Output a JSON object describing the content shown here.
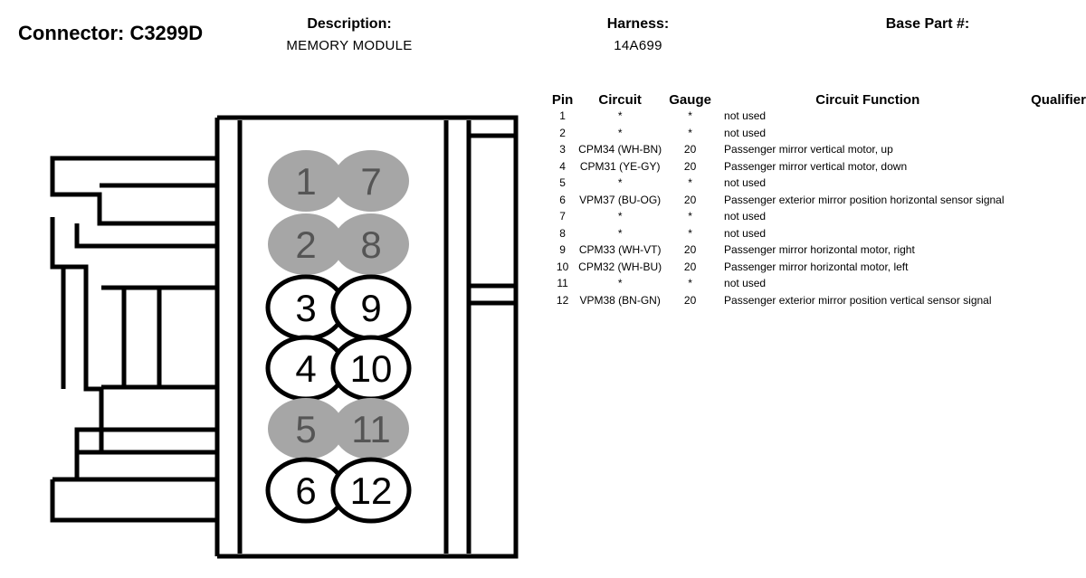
{
  "header": {
    "connector_title": "Connector: C3299D",
    "description_label": "Description:",
    "description_value": "MEMORY MODULE",
    "harness_label": "Harness:",
    "harness_value": "14A699",
    "base_part_label": "Base Part #:"
  },
  "connector": {
    "filled_color": "#a6a6a6",
    "outline_color": "#000000",
    "pins": [
      {
        "label": "1",
        "filled": true
      },
      {
        "label": "7",
        "filled": true
      },
      {
        "label": "2",
        "filled": true
      },
      {
        "label": "8",
        "filled": true
      },
      {
        "label": "3",
        "filled": false
      },
      {
        "label": "9",
        "filled": false
      },
      {
        "label": "4",
        "filled": false
      },
      {
        "label": "10",
        "filled": false
      },
      {
        "label": "5",
        "filled": true
      },
      {
        "label": "11",
        "filled": true
      },
      {
        "label": "6",
        "filled": false
      },
      {
        "label": "12",
        "filled": false
      }
    ]
  },
  "table": {
    "headers": {
      "pin": "Pin",
      "circuit": "Circuit",
      "gauge": "Gauge",
      "function": "Circuit Function",
      "qualifier": "Qualifier"
    },
    "rows": [
      {
        "pin": "1",
        "circuit": "*",
        "gauge": "*",
        "function": "not used",
        "qualifier": ""
      },
      {
        "pin": "2",
        "circuit": "*",
        "gauge": "*",
        "function": "not used",
        "qualifier": ""
      },
      {
        "pin": "3",
        "circuit": "CPM34 (WH-BN)",
        "gauge": "20",
        "function": "Passenger mirror vertical motor, up",
        "qualifier": ""
      },
      {
        "pin": "4",
        "circuit": "CPM31 (YE-GY)",
        "gauge": "20",
        "function": "Passenger mirror vertical motor, down",
        "qualifier": ""
      },
      {
        "pin": "5",
        "circuit": "*",
        "gauge": "*",
        "function": "not used",
        "qualifier": ""
      },
      {
        "pin": "6",
        "circuit": "VPM37 (BU-OG)",
        "gauge": "20",
        "function": "Passenger exterior mirror position horizontal sensor signal",
        "qualifier": ""
      },
      {
        "pin": "7",
        "circuit": "*",
        "gauge": "*",
        "function": "not used",
        "qualifier": ""
      },
      {
        "pin": "8",
        "circuit": "*",
        "gauge": "*",
        "function": "not used",
        "qualifier": ""
      },
      {
        "pin": "9",
        "circuit": "CPM33 (WH-VT)",
        "gauge": "20",
        "function": "Passenger mirror horizontal motor, right",
        "qualifier": ""
      },
      {
        "pin": "10",
        "circuit": "CPM32 (WH-BU)",
        "gauge": "20",
        "function": "Passenger mirror horizontal motor, left",
        "qualifier": ""
      },
      {
        "pin": "11",
        "circuit": "*",
        "gauge": "*",
        "function": "not used",
        "qualifier": ""
      },
      {
        "pin": "12",
        "circuit": "VPM38 (BN-GN)",
        "gauge": "20",
        "function": "Passenger exterior mirror position vertical sensor signal",
        "qualifier": ""
      }
    ]
  }
}
